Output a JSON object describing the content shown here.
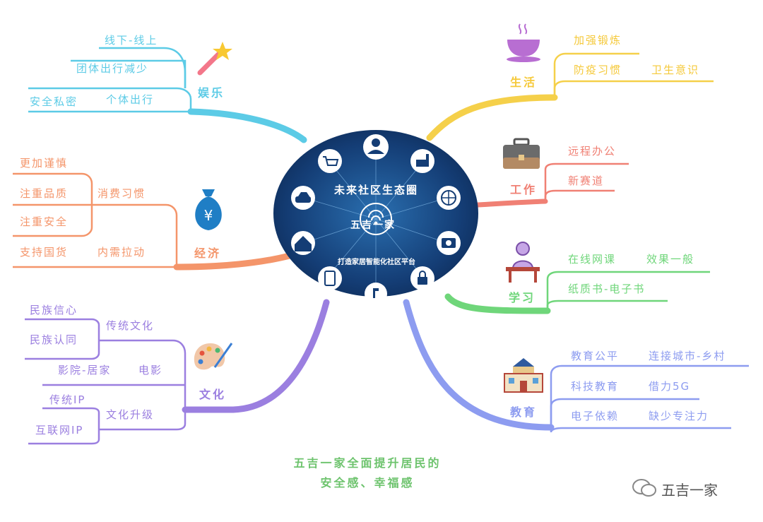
{
  "center": {
    "title": "未来社区生态圈",
    "brand": "五吉一家",
    "subtitle": "打造家居智能化社区平台",
    "icons": [
      "user-icon",
      "factory-icon",
      "globe-icon",
      "camera-icon",
      "lock-icon",
      "music-icon",
      "speaker-icon",
      "home-icon",
      "car-icon",
      "cart-icon",
      "wifi-icon"
    ]
  },
  "branches": {
    "entertainment": {
      "label": "娱乐",
      "icon": "magic-wand-icon",
      "color": "#5ccbe6",
      "items": [
        "线下-线上",
        "团体出行减少",
        "安全私密",
        "个体出行"
      ]
    },
    "economy": {
      "label": "经济",
      "icon": "money-bag-icon",
      "color": "#f4956a",
      "items": [
        "更加谨慎",
        "注重品质",
        "注重安全",
        "消费习惯",
        "支持国货",
        "内需拉动"
      ]
    },
    "culture": {
      "label": "文化",
      "icon": "palette-icon",
      "color": "#9b7fe0",
      "items": [
        "民族信心",
        "民族认同",
        "传统文化",
        "影院-居家",
        "电影",
        "传统IP",
        "互联网IP",
        "文化升级"
      ]
    },
    "life": {
      "label": "生活",
      "icon": "coffee-cup-icon",
      "color": "#f5d04a",
      "items": [
        "加强锻炼",
        "防疫习惯",
        "卫生意识"
      ]
    },
    "work": {
      "label": "工作",
      "icon": "briefcase-icon",
      "color": "#f08074",
      "items": [
        "远程办公",
        "新赛道"
      ]
    },
    "study": {
      "label": "学习",
      "icon": "student-desk-icon",
      "color": "#6fd67a",
      "items": [
        "在线网课",
        "效果一般",
        "纸质书-电子书"
      ]
    },
    "education": {
      "label": "教育",
      "icon": "school-building-icon",
      "color": "#8d9cf0",
      "items": [
        "教育公平",
        "连接城市-乡村",
        "科技教育",
        "借力5G",
        "电子依赖",
        "缺少专注力"
      ]
    }
  },
  "footer": {
    "line1": "五吉一家全面提升居民的",
    "line2": "安全感、幸福感"
  },
  "watermark": {
    "text": "五吉一家",
    "icon": "wechat-icon"
  },
  "colors": {
    "hub_dark": "#0d2a55",
    "hub_light": "#2a6fb0",
    "hub_ring": "#ffffff"
  }
}
